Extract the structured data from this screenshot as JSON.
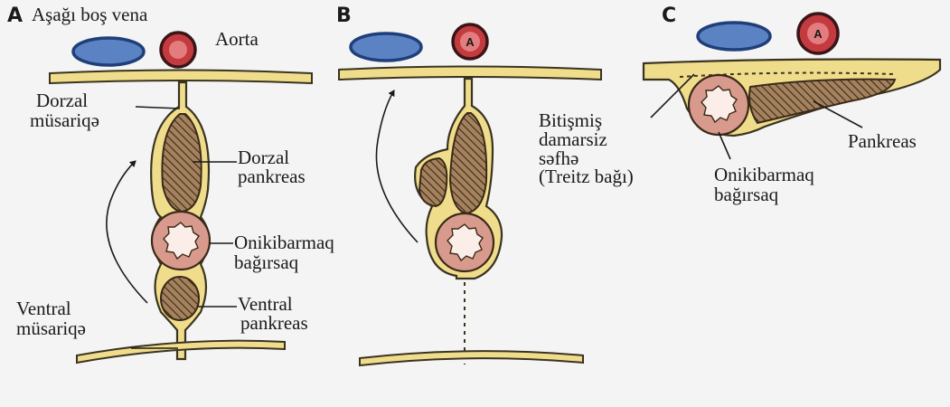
{
  "colors": {
    "background": "#f4f4f4",
    "mesentery_fill": "#f0dd8c",
    "mesentery_stroke": "#3a3320",
    "pancreas_fill": "#a5825e",
    "duodenum_outer": "#d99a8e",
    "duodenum_inner": "#fbeee9",
    "vein_fill": "#5b82c2",
    "vein_stroke": "#1f3f7a",
    "aorta_fill": "#c33a3f",
    "aorta_inner": "#e27c7e"
  },
  "panels": {
    "a": {
      "letter": "A"
    },
    "b": {
      "letter": "B"
    },
    "c": {
      "letter": "C"
    }
  },
  "labels": {
    "inferior_vena_cava": "Aşağı boş vena",
    "aorta": "Aorta",
    "aorta_badge": "A",
    "dorsal_mesentery_line1": "Dorzal",
    "dorsal_mesentery_line2": "müsariqə",
    "dorsal_pancreas_line1": "Dorzal",
    "dorsal_pancreas_line2": "pankreas",
    "duodenum_a_line1": "Onikibarmaq",
    "duodenum_a_line2": "bağırsaq",
    "ventral_mesentery_line1": "Ventral",
    "ventral_mesentery_line2": "müsariqə",
    "ventral_pancreas_line1": "Ventral",
    "ventral_pancreas_line2": "pankreas",
    "fusion_fascia_line1": "Bitişmiş",
    "fusion_fascia_line2": "damarsiz",
    "fusion_fascia_line3": "səfhə",
    "fusion_fascia_line4": "(Treitz bağı)",
    "duodenum_c_line1": "Onikibarmaq",
    "duodenum_c_line2": "bağırsaq",
    "pancreas_c": "Pankreas"
  }
}
